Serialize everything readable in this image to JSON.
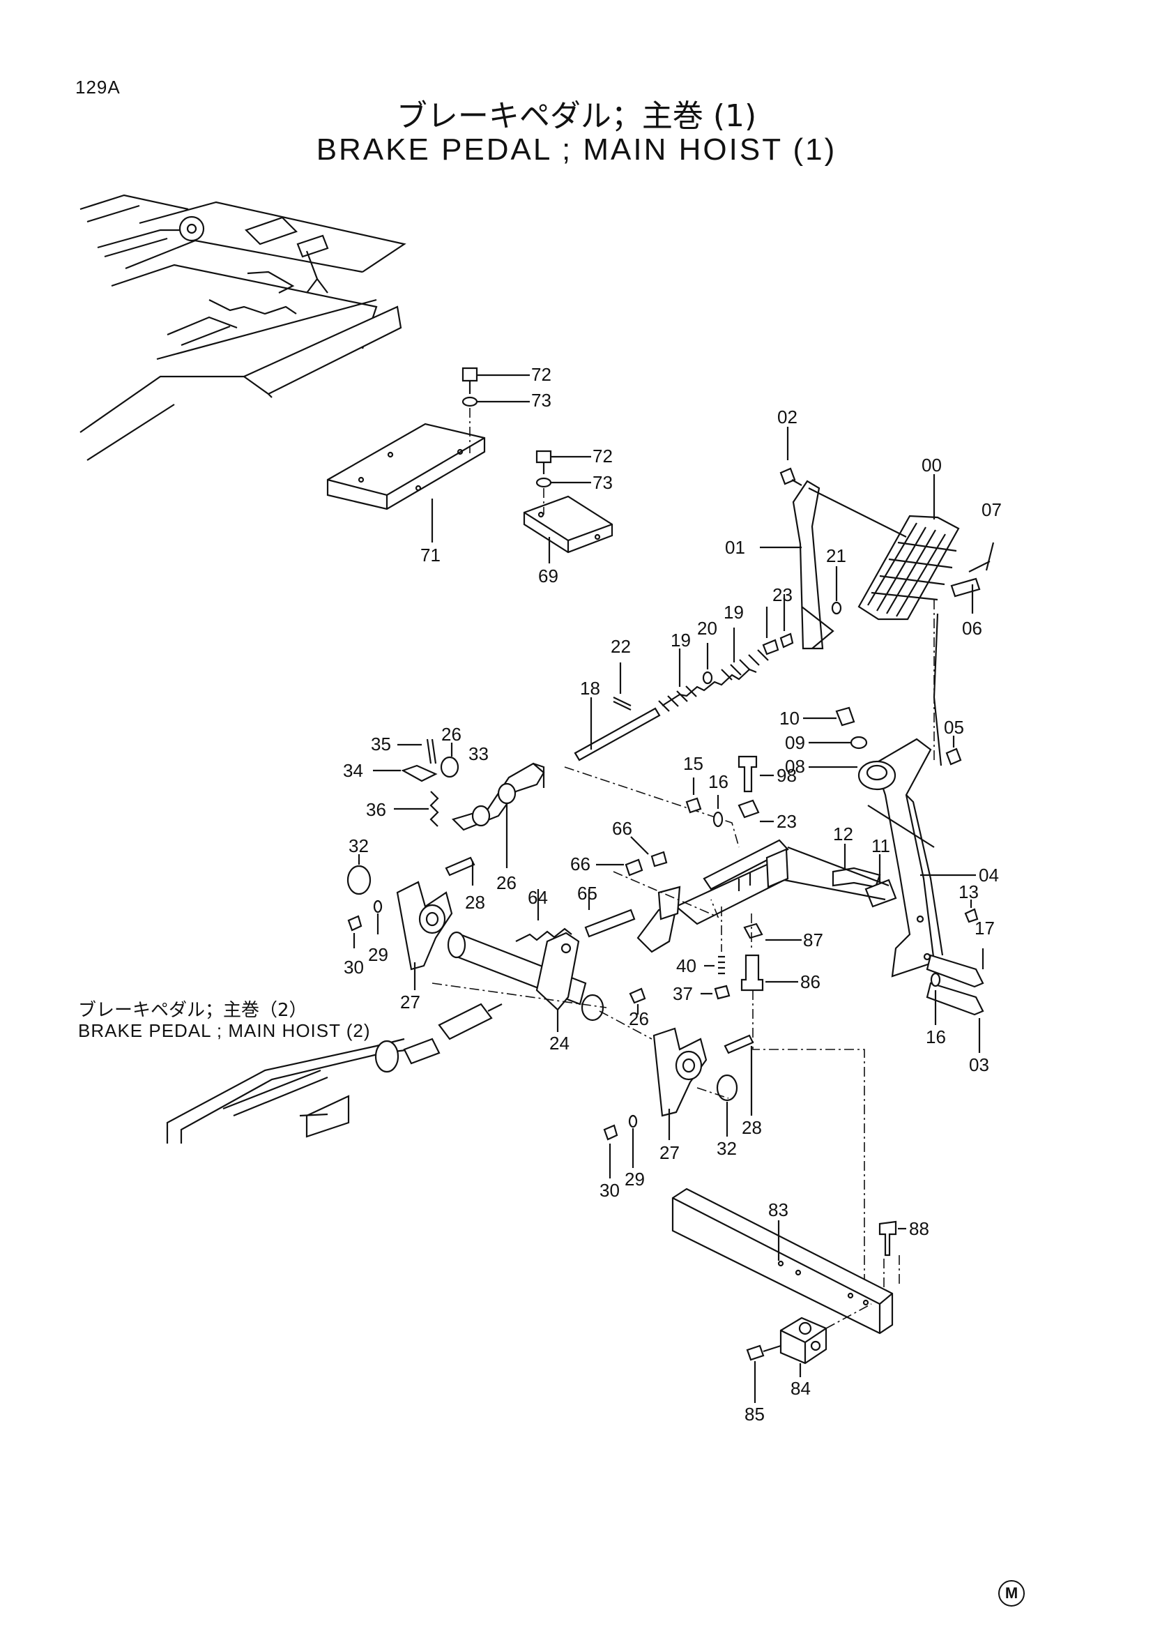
{
  "header": {
    "page_number": "129A",
    "title_jp": "ブレーキペダル；主巻 (1)",
    "title_en": "BRAKE PEDAL ; MAIN HOIST (1)"
  },
  "reference": {
    "text_jp": "ブレーキペダル；主巻（2）",
    "text_en": "BRAKE PEDAL ; MAIN HOIST (2)"
  },
  "parts": [
    "00",
    "01",
    "02",
    "03",
    "04",
    "05",
    "06",
    "07",
    "08",
    "09",
    "10",
    "11",
    "12",
    "13",
    "15",
    "16",
    "17",
    "18",
    "19",
    "20",
    "21",
    "22",
    "23",
    "24",
    "26",
    "27",
    "28",
    "29",
    "30",
    "32",
    "33",
    "34",
    "35",
    "36",
    "37",
    "40",
    "64",
    "65",
    "66",
    "69",
    "71",
    "72",
    "73",
    "83",
    "84",
    "85",
    "86",
    "87",
    "88",
    "98"
  ],
  "callouts": [
    {
      "id": "c72a",
      "text": "72"
    },
    {
      "id": "c73a",
      "text": "73"
    },
    {
      "id": "c72b",
      "text": "72"
    },
    {
      "id": "c73b",
      "text": "73"
    },
    {
      "id": "c71",
      "text": "71"
    },
    {
      "id": "c69",
      "text": "69"
    },
    {
      "id": "c02",
      "text": "02"
    },
    {
      "id": "c00",
      "text": "00"
    },
    {
      "id": "c07",
      "text": "07"
    },
    {
      "id": "c01",
      "text": "01"
    },
    {
      "id": "c21",
      "text": "21"
    },
    {
      "id": "c06",
      "text": "06"
    },
    {
      "id": "c23a",
      "text": "23"
    },
    {
      "id": "c19a",
      "text": "19"
    },
    {
      "id": "c20",
      "text": "20"
    },
    {
      "id": "c19b",
      "text": "19"
    },
    {
      "id": "c22",
      "text": "22"
    },
    {
      "id": "c18",
      "text": "18"
    },
    {
      "id": "c10",
      "text": "10"
    },
    {
      "id": "c09",
      "text": "09"
    },
    {
      "id": "c08",
      "text": "08"
    },
    {
      "id": "c05",
      "text": "05"
    },
    {
      "id": "c15",
      "text": "15"
    },
    {
      "id": "c16a",
      "text": "16"
    },
    {
      "id": "c98",
      "text": "98"
    },
    {
      "id": "c23b",
      "text": "23"
    },
    {
      "id": "c12",
      "text": "12"
    },
    {
      "id": "c11",
      "text": "11"
    },
    {
      "id": "c04",
      "text": "04"
    },
    {
      "id": "c35",
      "text": "35"
    },
    {
      "id": "c26a",
      "text": "26"
    },
    {
      "id": "c33",
      "text": "33"
    },
    {
      "id": "c34",
      "text": "34"
    },
    {
      "id": "c36",
      "text": "36"
    },
    {
      "id": "c32a",
      "text": "32"
    },
    {
      "id": "c66a",
      "text": "66"
    },
    {
      "id": "c66b",
      "text": "66"
    },
    {
      "id": "c28a",
      "text": "28"
    },
    {
      "id": "c26b",
      "text": "26"
    },
    {
      "id": "c64",
      "text": "64"
    },
    {
      "id": "c65",
      "text": "65"
    },
    {
      "id": "c30a",
      "text": "30"
    },
    {
      "id": "c29a",
      "text": "29"
    },
    {
      "id": "c27a",
      "text": "27"
    },
    {
      "id": "c13",
      "text": "13"
    },
    {
      "id": "c17",
      "text": "17"
    },
    {
      "id": "c87",
      "text": "87"
    },
    {
      "id": "c40",
      "text": "40"
    },
    {
      "id": "c37",
      "text": "37"
    },
    {
      "id": "c86",
      "text": "86"
    },
    {
      "id": "c26c",
      "text": "26"
    },
    {
      "id": "c24",
      "text": "24"
    },
    {
      "id": "c16b",
      "text": "16"
    },
    {
      "id": "c03",
      "text": "03"
    },
    {
      "id": "c28b",
      "text": "28"
    },
    {
      "id": "c27b",
      "text": "27"
    },
    {
      "id": "c32b",
      "text": "32"
    },
    {
      "id": "c30b",
      "text": "30"
    },
    {
      "id": "c29b",
      "text": "29"
    },
    {
      "id": "c83",
      "text": "83"
    },
    {
      "id": "c88",
      "text": "88"
    },
    {
      "id": "c84",
      "text": "84"
    },
    {
      "id": "c85",
      "text": "85"
    }
  ],
  "footer": {
    "mark": "M"
  }
}
